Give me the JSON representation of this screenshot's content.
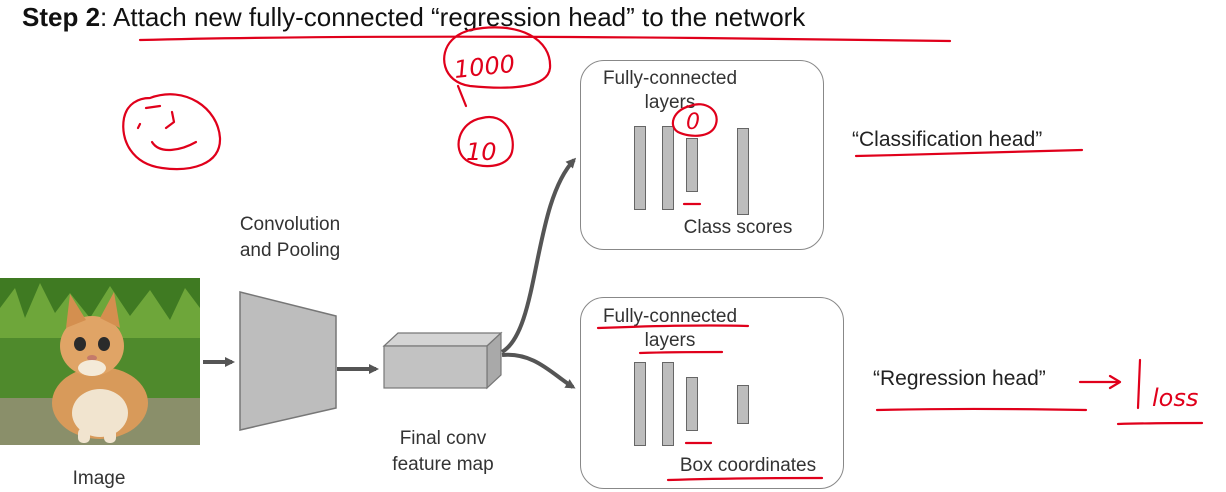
{
  "title": {
    "step": "Step 2",
    "text": ": Attach new fully-connected “regression head” to the network"
  },
  "labels": {
    "image": "Image",
    "conv": "Convolution\nand Pooling",
    "feature_map": "Final conv\nfeature map"
  },
  "classification": {
    "fc_label": "Fully-connected\nlayers",
    "output_label": "Class scores",
    "head_label": "“Classification head”"
  },
  "regression": {
    "fc_label": "Fully-connected\nlayers",
    "output_label": "Box coordinates",
    "head_label": "“Regression head”"
  },
  "annotations": {
    "top_number": "1000",
    "small_number": "10",
    "box_number": "0",
    "loss_note": "loss"
  },
  "colors": {
    "ink": "#e0001b",
    "arrow": "#555555",
    "shape_fill": "#bdbdbd"
  }
}
